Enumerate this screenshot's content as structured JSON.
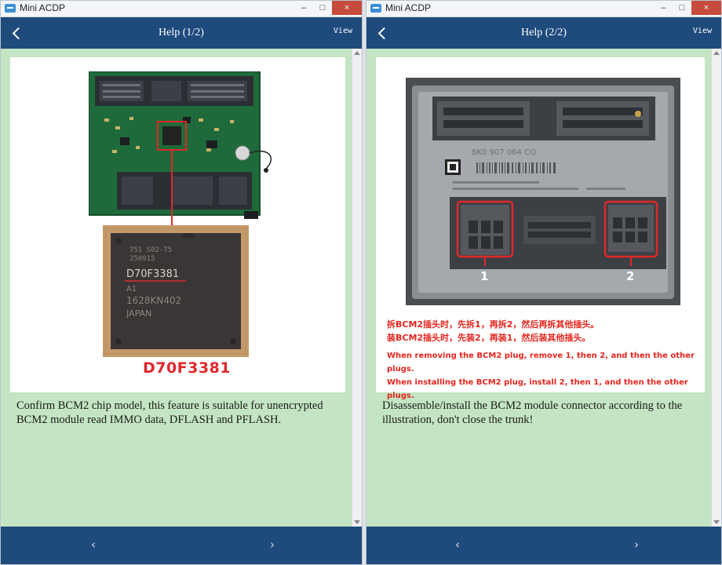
{
  "windows": [
    {
      "app_title": "Mini ACDP",
      "help_title": "Help (1/2)",
      "view_label": "View",
      "description": "Confirm BCM2 chip model, this feature is suitable for unencrypted BCM2 module read IMMO data, DFLASH and PFLASH.",
      "chip_label": "D70F3381",
      "chip_print": [
        "751 S02-T5",
        "250915",
        "D70F3381",
        "A1",
        "1628KN402",
        "JAPAN"
      ],
      "nav_prev": "‹",
      "nav_next": "›"
    },
    {
      "app_title": "Mini ACDP",
      "help_title": "Help (2/2)",
      "view_label": "View",
      "description": "Disassemble/install the BCM2 module connector according to the illustration, don't close the trunk!",
      "part_number": "8K0 907 064 CQ",
      "marker_1": "1",
      "marker_2": "2",
      "notes_cn": [
        "拆BCM2插头时，先拆1，再拆2，然后再拆其他插头。",
        "装BCM2插头时，先装2，再装1，然后装其他插头。"
      ],
      "notes_en": [
        "When removing the BCM2 plug, remove 1, then 2, and then the other plugs.",
        "When installing the BCM2 plug, install 2, then 1, and then the other plugs."
      ],
      "nav_prev": "‹",
      "nav_next": "›"
    }
  ],
  "window_controls": [
    "–",
    "□",
    "×"
  ],
  "colors": {
    "header_bar": "#1e4a7c",
    "content_bg": "#c4e5c3",
    "accent_red": "#e0282b",
    "pcb_green": "#1f6a3a"
  }
}
